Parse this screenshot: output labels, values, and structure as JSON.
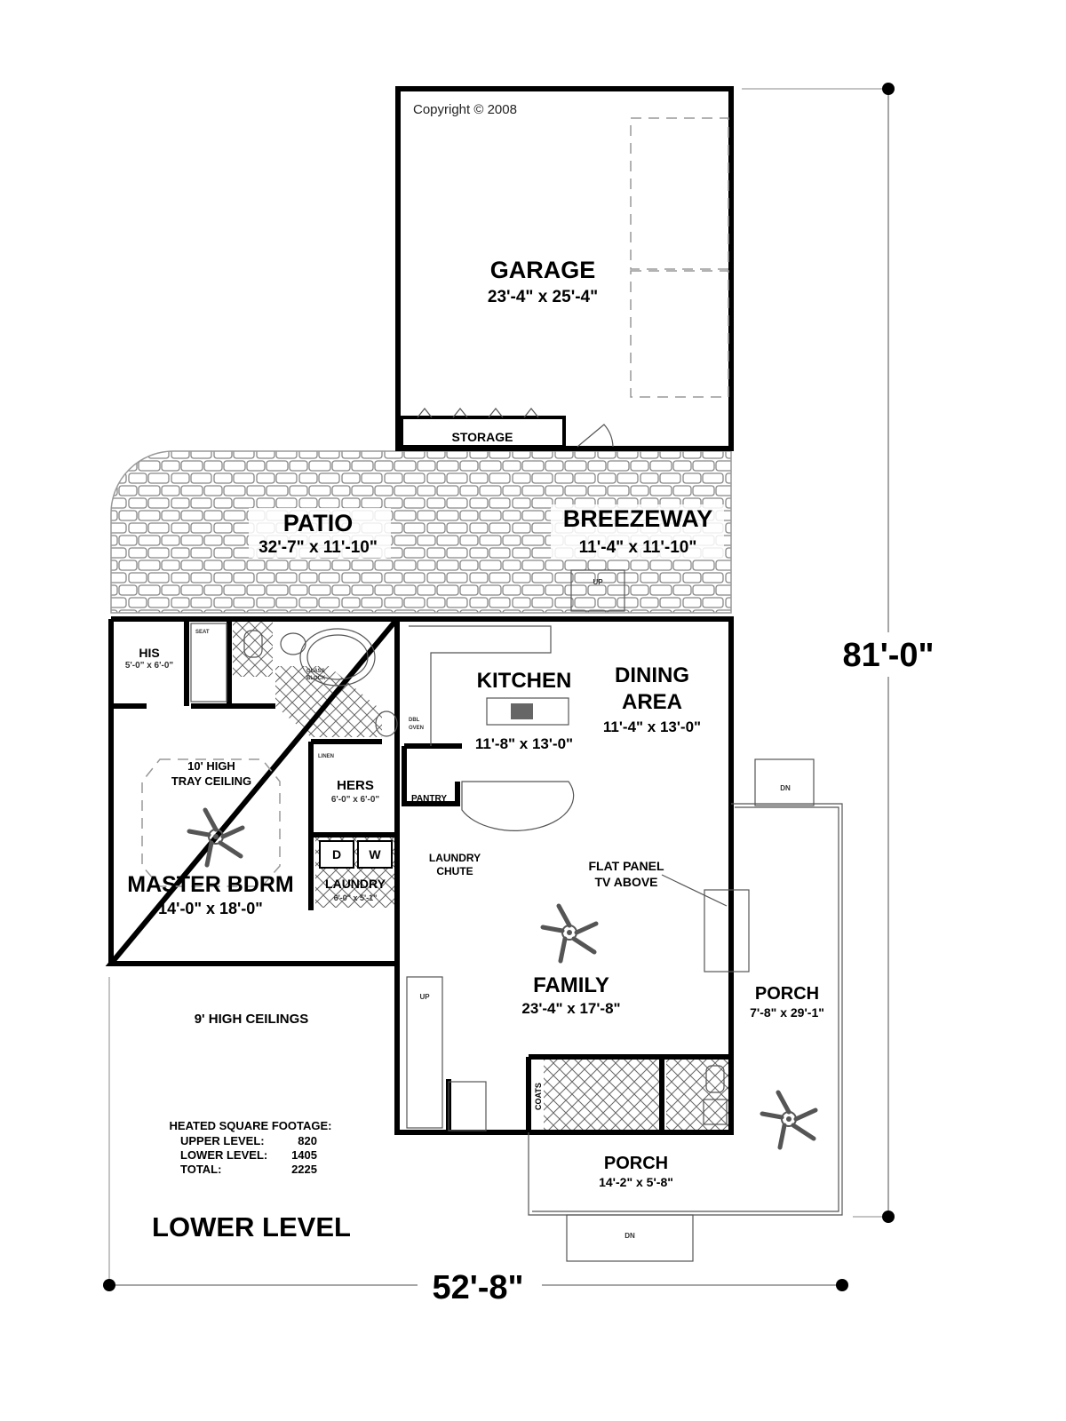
{
  "title": "LOWER LEVEL",
  "copyright": "Copyright ©  2008",
  "rooms": {
    "garage": {
      "name": "GARAGE",
      "size": "23'-4\" x 25'-4\""
    },
    "storage": {
      "name": "STORAGE"
    },
    "patio": {
      "name": "PATIO",
      "size": "32'-7\" x 11'-10\""
    },
    "breezeway": {
      "name": "BREEZEWAY",
      "size": "11'-4\" x 11'-10\""
    },
    "his": {
      "name": "HIS",
      "size": "5'-0\" x 6'-0\""
    },
    "hers": {
      "name": "HERS",
      "size": "6'-0\" x 6'-0\""
    },
    "kitchen": {
      "name": "KITCHEN",
      "size": "11'-8\" x 13'-0\""
    },
    "dining": {
      "name1": "DINING",
      "name2": "AREA",
      "size": "11'-4\" x 13'-0\""
    },
    "master": {
      "name": "MASTER BDRM",
      "size": "14'-0\" x 18'-0\"",
      "note1": "10' HIGH",
      "note2": "TRAY CEILING"
    },
    "laundry": {
      "name": "LAUNDRY",
      "size": "6'-0\" x 5'-1\""
    },
    "family": {
      "name": "FAMILY",
      "size": "23'-4\" x 17'-8\""
    },
    "porch_side": {
      "name": "PORCH",
      "size": "7'-8\" x 29'-1\""
    },
    "porch_front": {
      "name": "PORCH",
      "size": "14'-2\" x 5'-8\""
    }
  },
  "labels": {
    "seat": "SEAT",
    "glass1": "GLASS",
    "glass2": "BLOCK",
    "linen": "LINEN",
    "dbl": "DBL",
    "oven": "OVEN",
    "pantry": "PANTRY",
    "dryer": "D",
    "washer": "W",
    "chute1": "LAUNDRY",
    "chute2": "CHUTE",
    "tv1": "FLAT PANEL",
    "tv2": "TV ABOVE",
    "coats": "COATS",
    "up": "UP",
    "dn": "DN",
    "ceilings": "9' HIGH CEILINGS"
  },
  "footage": {
    "heading": "HEATED SQUARE FOOTAGE:",
    "rows": [
      {
        "label": "UPPER LEVEL:",
        "value": "820"
      },
      {
        "label": "LOWER LEVEL:",
        "value": "1405"
      },
      {
        "label": "TOTAL:",
        "value": "2225"
      }
    ]
  },
  "dimensions": {
    "depth": "81'-0\"",
    "width": "52'-8\""
  }
}
